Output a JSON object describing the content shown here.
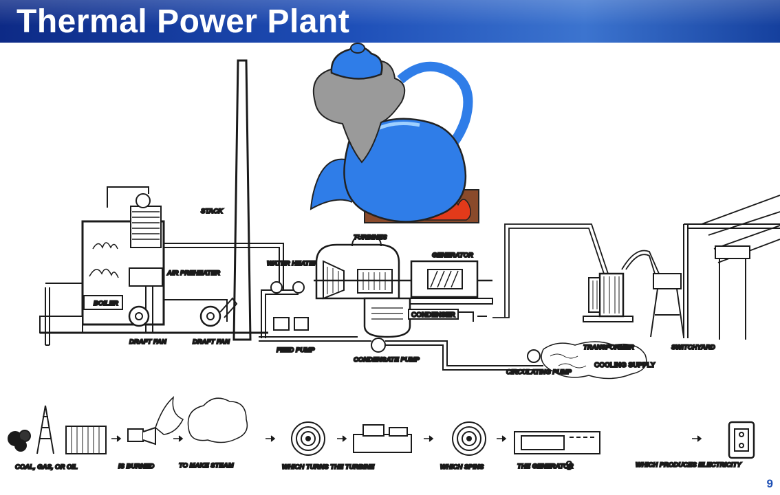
{
  "slide": {
    "title": "Thermal Power Plant",
    "page_number": "9",
    "overlay_number": "9"
  },
  "diagram": {
    "labels": {
      "stack": "STACK",
      "turbines": "TURBINES",
      "generator": "GENERATOR",
      "water_heater": "WATER HEATER",
      "air_preheater": "AIR PREHEATER",
      "boiler": "BOILER",
      "draft_fan_1": "DRAFT FAN",
      "draft_fan_2": "DRAFT FAN",
      "feed_pump": "FEED PUMP",
      "condenser": "CONDENSER",
      "condensate_pump": "CONDENSATE PUMP",
      "circulating_pump": "CIRCULATING PUMP",
      "transformer": "TRANSFORMER",
      "switchyard": "SWITCHYARD",
      "cooling_supply": "COOLING SUPPLY"
    },
    "process_steps": [
      "COAL, GAS, OR OIL",
      "IS BURNED",
      "TO MAKE STEAM",
      "WHICH TURNS THE TURBINE",
      "WHICH SPINS",
      "THE GENERATOR",
      "WHICH PRODUCES ELECTRICITY"
    ]
  },
  "colors": {
    "banner": "#1e4fb8",
    "kettle": "#2f7de8",
    "steam": "#9a9a9a",
    "coals": "#e33a1a",
    "line_art": "#1a1a1a"
  },
  "icons": [
    "kettle-clipart-icon",
    "coal-lump-icon",
    "oil-derrick-icon",
    "fuel-tank-icon",
    "burner-flame-icon",
    "steam-cloud-icon",
    "turbine-coil-icon",
    "generator-coil-icon",
    "power-outlet-icon"
  ]
}
